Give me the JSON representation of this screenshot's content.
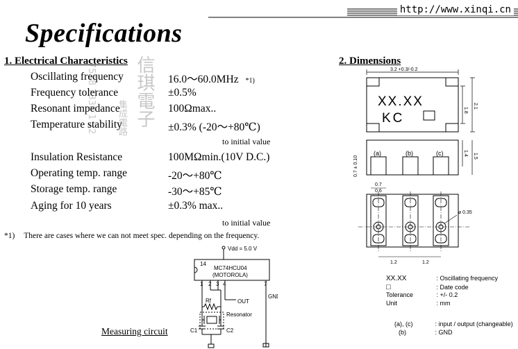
{
  "header": {
    "url": "http://www.xinqi.cn"
  },
  "title": "Specifications",
  "electrical": {
    "heading": "1. Electrical Characteristics",
    "rows": [
      {
        "label": "Oscillating frequency",
        "value": "16.0～60.0MHz",
        "note": "*1)"
      },
      {
        "label": "Frequency tolerance",
        "value": "±0.5%"
      },
      {
        "label": "Resonant impedance",
        "value": "100Ωmax.."
      },
      {
        "label": "Temperature stability",
        "value": "±0.3%  (-20～+80℃)"
      },
      {
        "label": "Insulation Resistance",
        "value": "100MΩmin.(10V D.C.)"
      },
      {
        "label": "Operating temp. range",
        "value": "-20～+80℃"
      },
      {
        "label": "Storage temp. range",
        "value": "-30～+85℃"
      },
      {
        "label": "Aging for 10 years",
        "value": "±0.3% max.."
      }
    ],
    "initial_value_1": "to initial value",
    "initial_value_2": "to initial value",
    "footnote_marker": "*1)",
    "footnote_text": "There are cases where we can not meet spec. depending on the frequency."
  },
  "circuit": {
    "vdd": "Vdd = 5.0 V",
    "pin14": "14",
    "chip_line1": "MC74HCU04",
    "chip_line2": "(MOTOROLA)",
    "pin1": "1",
    "pin2": "2",
    "pin3": "3",
    "pin4": "4",
    "pin7": "7",
    "out": "OUT",
    "gnd": "GND",
    "rf": "Rf",
    "resonator": "Resonator",
    "c1": "C1",
    "c2": "C2",
    "caption": "Measuring circuit"
  },
  "dimensions": {
    "heading": "2. Dimensions",
    "width_label": "3.2 +0.3/-0.2",
    "marking_line1": "XX.XX",
    "marking_line2": "KC",
    "h18": "1.8",
    "h21": "2.1",
    "h14": "1.4",
    "h15": "1.5",
    "pad_a": "(a)",
    "pad_b": "(b)",
    "pad_c": "(c)",
    "side_07": "0.7 ± 0.10",
    "d07": "0.7",
    "d06": "0.6",
    "dia": "⌀ 0.35",
    "p12a": "1.2",
    "p12b": "1.2"
  },
  "legend": [
    {
      "key": "XX.XX",
      "value": ": Oscillating frequency"
    },
    {
      "key": "□",
      "value": ": Date code"
    },
    {
      "key": "Tolerance",
      "value": ": +/- 0.2"
    },
    {
      "key": "Unit",
      "value": ":  mm"
    }
  ],
  "legend2": [
    {
      "key": "(a), (c)",
      "value": ": input / output (changeable)"
    },
    {
      "key": "(b)",
      "value": ": GND"
    }
  ],
  "watermark": {
    "chars": "信琪電子",
    "chars2": "集成電路",
    "digits": "7538 7338 1 22"
  }
}
